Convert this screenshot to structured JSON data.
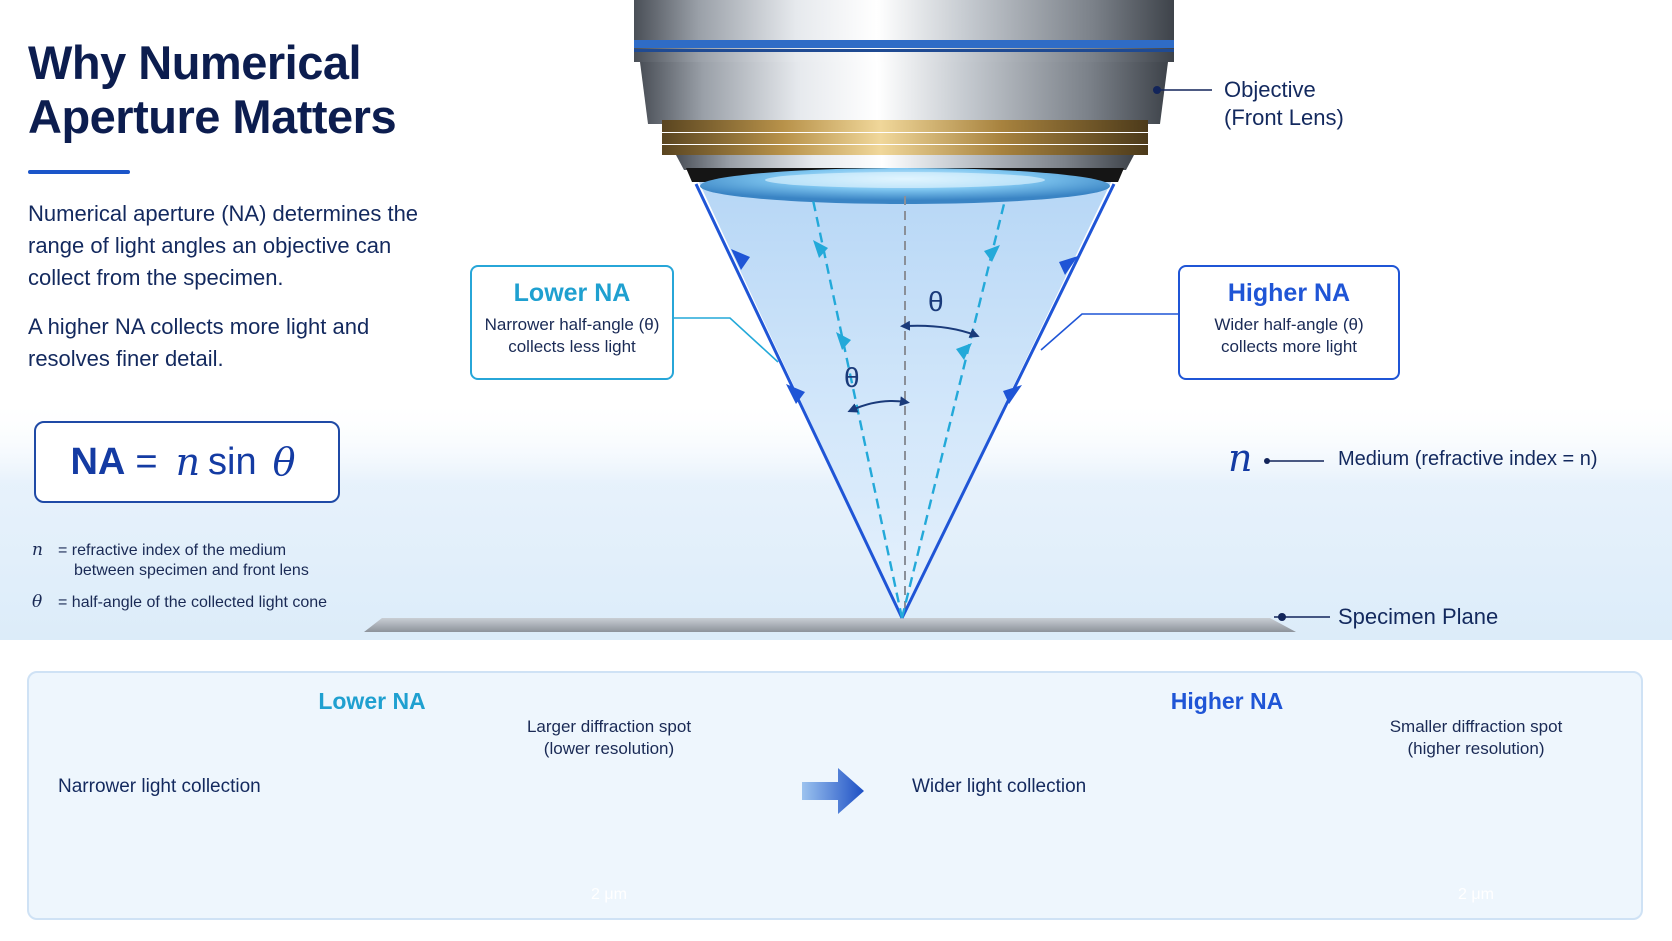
{
  "title": "Why Numerical Aperture Matters",
  "intro": {
    "p1": "Numerical aperture (NA) determines the range of light angles an objective can collect from the specimen.",
    "p2": "A higher NA collects more light and resolves finer detail."
  },
  "formula": {
    "lhs": "NA",
    "eq": "=",
    "n": "n",
    "sin": "sin",
    "theta": "θ"
  },
  "definitions": [
    {
      "symbol": "n",
      "line1": "= refractive index of the medium",
      "line2": "between specimen and front lens"
    },
    {
      "symbol": "θ",
      "line1": "= half-angle of the collected light cone",
      "line2": ""
    }
  ],
  "labels": {
    "objective_line1": "Objective",
    "objective_line2": "(Front Lens)",
    "medium_symbol": "n",
    "medium_text": "Medium (refractive index = n)",
    "specimen_plane": "Specimen Plane",
    "theta": "θ"
  },
  "callouts": {
    "lower": {
      "title": "Lower NA",
      "line1": "Narrower half-angle (θ)",
      "line2": "collects less light"
    },
    "higher": {
      "title": "Higher NA",
      "line1": "Wider half-angle (θ)",
      "line2": "collects more light"
    }
  },
  "comparison": {
    "lower": {
      "title": "Lower NA",
      "description": "Narrower light collection",
      "spot_line1": "Larger diffraction spot",
      "spot_line2": "(lower resolution)",
      "scale": "2 μm"
    },
    "higher": {
      "title": "Higher NA",
      "description": "Wider light collection",
      "spot_line1": "Smaller diffraction spot",
      "spot_line2": "(higher resolution)",
      "scale": "2 μm"
    }
  },
  "colors": {
    "lower_accent": "#1fa0d0",
    "higher_accent": "#1f55d6",
    "navy": "#0c1d4f",
    "spot_background": "#14213f"
  },
  "icons": {
    "arrow": "arrow-right-icon"
  }
}
